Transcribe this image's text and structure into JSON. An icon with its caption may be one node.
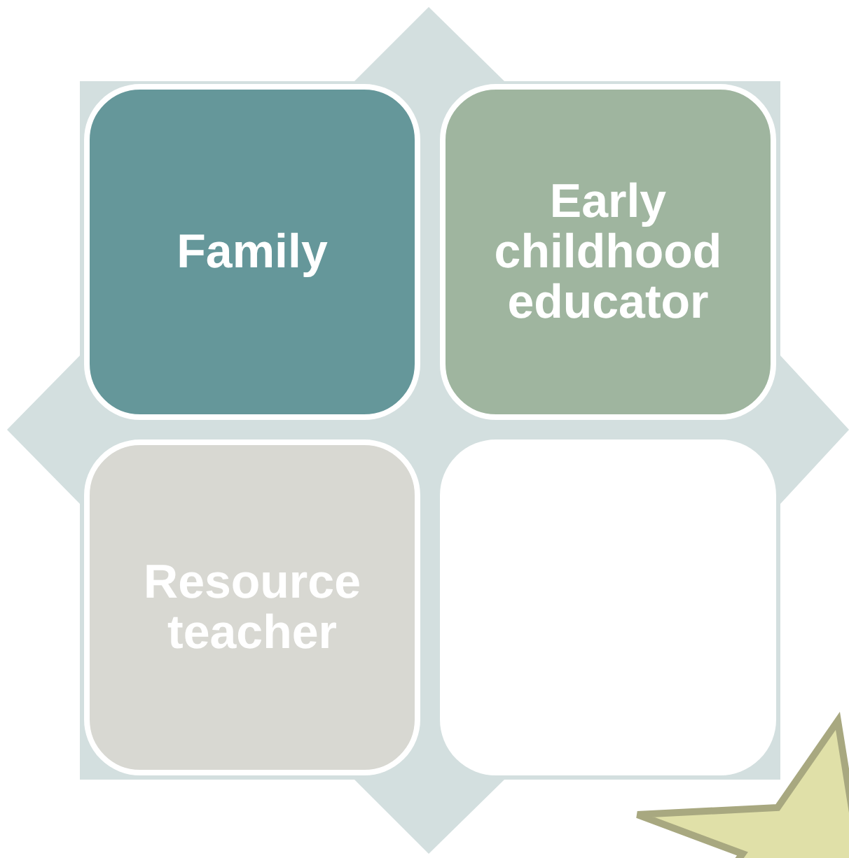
{
  "diagram": {
    "nodes": [
      {
        "text": [
          "Family"
        ]
      },
      {
        "text": [
          "Early childhood educator"
        ]
      },
      {
        "text": [
          "Resource teacher"
        ]
      },
      {
        "text": [],
        "shape": "box"
      }
    ]
  }
}
